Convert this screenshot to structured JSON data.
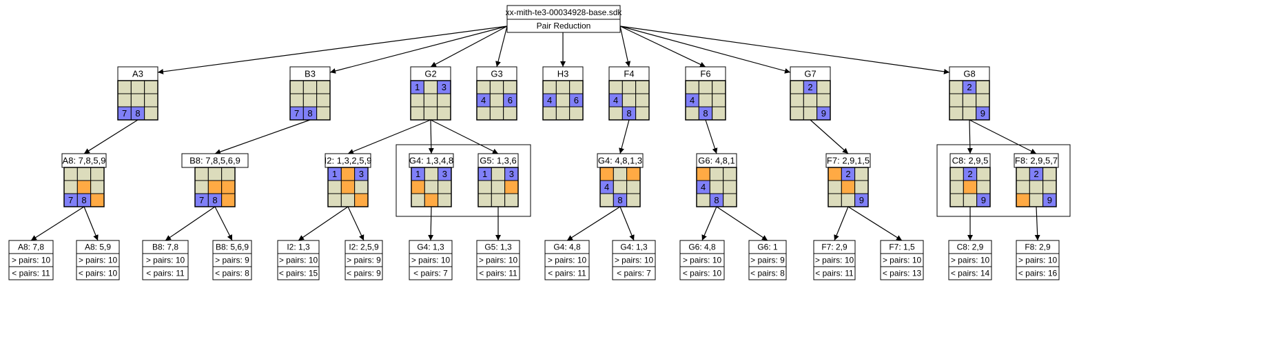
{
  "colors": {
    "given": "#8080f8",
    "candidate": "#ffaa44",
    "empty": "#dcdcbc",
    "line": "#000000",
    "background": "#ffffff"
  },
  "root": {
    "id": "root",
    "filename": "xx-mith-te3-00034928-base.sdk",
    "method": "Pair Reduction"
  },
  "level1": [
    {
      "id": "A3",
      "label": "A3",
      "cells": [
        [
          "e",
          "e",
          "e"
        ],
        [
          "e",
          "e",
          "e"
        ],
        [
          "b:7",
          "b:8",
          "e"
        ]
      ]
    },
    {
      "id": "B3",
      "label": "B3",
      "cells": [
        [
          "e",
          "e",
          "e"
        ],
        [
          "e",
          "e",
          "e"
        ],
        [
          "b:7",
          "b:8",
          "e"
        ]
      ]
    },
    {
      "id": "G2",
      "label": "G2",
      "cells": [
        [
          "b:1",
          "e",
          "b:3"
        ],
        [
          "e",
          "e",
          "e"
        ],
        [
          "e",
          "e",
          "e"
        ]
      ]
    },
    {
      "id": "G3",
      "label": "G3",
      "cells": [
        [
          "e",
          "e",
          "e"
        ],
        [
          "b:4",
          "e",
          "b:6"
        ],
        [
          "e",
          "e",
          "e"
        ]
      ]
    },
    {
      "id": "H3",
      "label": "H3",
      "cells": [
        [
          "e",
          "e",
          "e"
        ],
        [
          "b:4",
          "e",
          "b:6"
        ],
        [
          "e",
          "e",
          "e"
        ]
      ]
    },
    {
      "id": "F4",
      "label": "F4",
      "cells": [
        [
          "e",
          "e",
          "e"
        ],
        [
          "b:4",
          "e",
          "e"
        ],
        [
          "e",
          "b:8",
          "e"
        ]
      ]
    },
    {
      "id": "F6",
      "label": "F6",
      "cells": [
        [
          "e",
          "e",
          "e"
        ],
        [
          "b:4",
          "e",
          "e"
        ],
        [
          "e",
          "b:8",
          "e"
        ]
      ]
    },
    {
      "id": "G7",
      "label": "G7",
      "cells": [
        [
          "e",
          "b:2",
          "e"
        ],
        [
          "e",
          "e",
          "e"
        ],
        [
          "e",
          "e",
          "b:9"
        ]
      ]
    },
    {
      "id": "G8",
      "label": "G8",
      "cells": [
        [
          "e",
          "b:2",
          "e"
        ],
        [
          "e",
          "e",
          "e"
        ],
        [
          "e",
          "e",
          "b:9"
        ]
      ]
    }
  ],
  "level2": [
    {
      "id": "A8",
      "label": "A8: 7,8,5,9",
      "cells": [
        [
          "e",
          "e",
          "e"
        ],
        [
          "e",
          "o",
          "e"
        ],
        [
          "b:7",
          "b:8",
          "o"
        ]
      ]
    },
    {
      "id": "B8",
      "label": "B8: 7,8,5,6,9",
      "cells": [
        [
          "e",
          "e",
          "e"
        ],
        [
          "e",
          "o",
          "o"
        ],
        [
          "b:7",
          "b:8",
          "o"
        ]
      ]
    },
    {
      "id": "I2",
      "label": "I2: 1,3,2,5,9",
      "cells": [
        [
          "b:1",
          "o",
          "b:3"
        ],
        [
          "e",
          "o",
          "e"
        ],
        [
          "e",
          "e",
          "o"
        ]
      ]
    },
    {
      "id": "G4",
      "label": "G4: 1,3,4,8",
      "cells": [
        [
          "b:1",
          "e",
          "b:3"
        ],
        [
          "o",
          "e",
          "e"
        ],
        [
          "e",
          "o",
          "e"
        ]
      ]
    },
    {
      "id": "G5",
      "label": "G5: 1,3,6",
      "cells": [
        [
          "b:1",
          "e",
          "b:3"
        ],
        [
          "e",
          "e",
          "o"
        ],
        [
          "e",
          "e",
          "e"
        ]
      ]
    },
    {
      "id": "G4b",
      "label": "G4: 4,8,1,3",
      "cells": [
        [
          "o",
          "e",
          "o"
        ],
        [
          "b:4",
          "e",
          "e"
        ],
        [
          "e",
          "b:8",
          "e"
        ]
      ]
    },
    {
      "id": "G6",
      "label": "G6: 4,8,1",
      "cells": [
        [
          "o",
          "e",
          "e"
        ],
        [
          "b:4",
          "e",
          "e"
        ],
        [
          "e",
          "b:8",
          "e"
        ]
      ]
    },
    {
      "id": "F7",
      "label": "F7: 2,9,1,5",
      "cells": [
        [
          "o",
          "b:2",
          "e"
        ],
        [
          "e",
          "o",
          "e"
        ],
        [
          "e",
          "e",
          "b:9"
        ]
      ]
    },
    {
      "id": "C8",
      "label": "C8: 2,9,5",
      "cells": [
        [
          "e",
          "b:2",
          "e"
        ],
        [
          "e",
          "o",
          "e"
        ],
        [
          "e",
          "e",
          "b:9"
        ]
      ]
    },
    {
      "id": "F8",
      "label": "F8: 2,9,5,7",
      "cells": [
        [
          "e",
          "b:2",
          "e"
        ],
        [
          "e",
          "e",
          "e"
        ],
        [
          "o",
          "e",
          "b:9"
        ]
      ]
    }
  ],
  "leaves": [
    {
      "id": "L1",
      "title": "A8: 7,8",
      "above": "> pairs: 10",
      "below": "< pairs: 11"
    },
    {
      "id": "L2",
      "title": "A8: 5,9",
      "above": "> pairs: 10",
      "below": "< pairs: 10"
    },
    {
      "id": "L3",
      "title": "B8: 7,8",
      "above": "> pairs: 10",
      "below": "< pairs: 11"
    },
    {
      "id": "L4",
      "title": "B8: 5,6,9",
      "above": "> pairs: 9",
      "below": "< pairs: 8"
    },
    {
      "id": "L5",
      "title": "I2: 1,3",
      "above": "> pairs: 10",
      "below": "< pairs: 15"
    },
    {
      "id": "L6",
      "title": "I2: 2,5,9",
      "above": "> pairs: 9",
      "below": "< pairs: 9"
    },
    {
      "id": "L7",
      "title": "G4: 1,3",
      "above": "> pairs: 10",
      "below": "< pairs: 7"
    },
    {
      "id": "L8",
      "title": "G5: 1,3",
      "above": "> pairs: 10",
      "below": "< pairs: 11"
    },
    {
      "id": "L9",
      "title": "G4: 4,8",
      "above": "> pairs: 10",
      "below": "< pairs: 11"
    },
    {
      "id": "L10",
      "title": "G4: 1,3",
      "above": "> pairs: 10",
      "below": "< pairs: 7"
    },
    {
      "id": "L11",
      "title": "G6: 4,8",
      "above": "> pairs: 10",
      "below": "< pairs: 10"
    },
    {
      "id": "L12",
      "title": "G6: 1",
      "above": "> pairs: 9",
      "below": "< pairs: 8"
    },
    {
      "id": "L13",
      "title": "F7: 2,9",
      "above": "> pairs: 10",
      "below": "< pairs: 11"
    },
    {
      "id": "L14",
      "title": "F7: 1,5",
      "above": "> pairs: 10",
      "below": "< pairs: 13"
    },
    {
      "id": "L15",
      "title": "C8: 2,9",
      "above": "> pairs: 10",
      "below": "< pairs: 14"
    },
    {
      "id": "L16",
      "title": "F8: 2,9",
      "above": "> pairs: 10",
      "below": "< pairs: 16"
    }
  ],
  "edges": [
    [
      "root",
      "A3"
    ],
    [
      "root",
      "B3"
    ],
    [
      "root",
      "G2"
    ],
    [
      "root",
      "G3"
    ],
    [
      "root",
      "H3"
    ],
    [
      "root",
      "F4"
    ],
    [
      "root",
      "F6"
    ],
    [
      "root",
      "G7"
    ],
    [
      "root",
      "G8"
    ],
    [
      "A3",
      "A8"
    ],
    [
      "B3",
      "B8"
    ],
    [
      "G2",
      "I2"
    ],
    [
      "G2",
      "G4"
    ],
    [
      "G2",
      "G5"
    ],
    [
      "F4",
      "G4b"
    ],
    [
      "F6",
      "G6"
    ],
    [
      "G7",
      "F7"
    ],
    [
      "G8",
      "C8"
    ],
    [
      "G8",
      "F8"
    ],
    [
      "A8",
      "L1"
    ],
    [
      "A8",
      "L2"
    ],
    [
      "B8",
      "L3"
    ],
    [
      "B8",
      "L4"
    ],
    [
      "I2",
      "L5"
    ],
    [
      "I2",
      "L6"
    ],
    [
      "G4",
      "L7"
    ],
    [
      "G5",
      "L8"
    ],
    [
      "G4b",
      "L9"
    ],
    [
      "G4b",
      "L10"
    ],
    [
      "G6",
      "L11"
    ],
    [
      "G6",
      "L12"
    ],
    [
      "F7",
      "L13"
    ],
    [
      "F7",
      "L14"
    ],
    [
      "C8",
      "L15"
    ],
    [
      "F8",
      "L16"
    ]
  ]
}
